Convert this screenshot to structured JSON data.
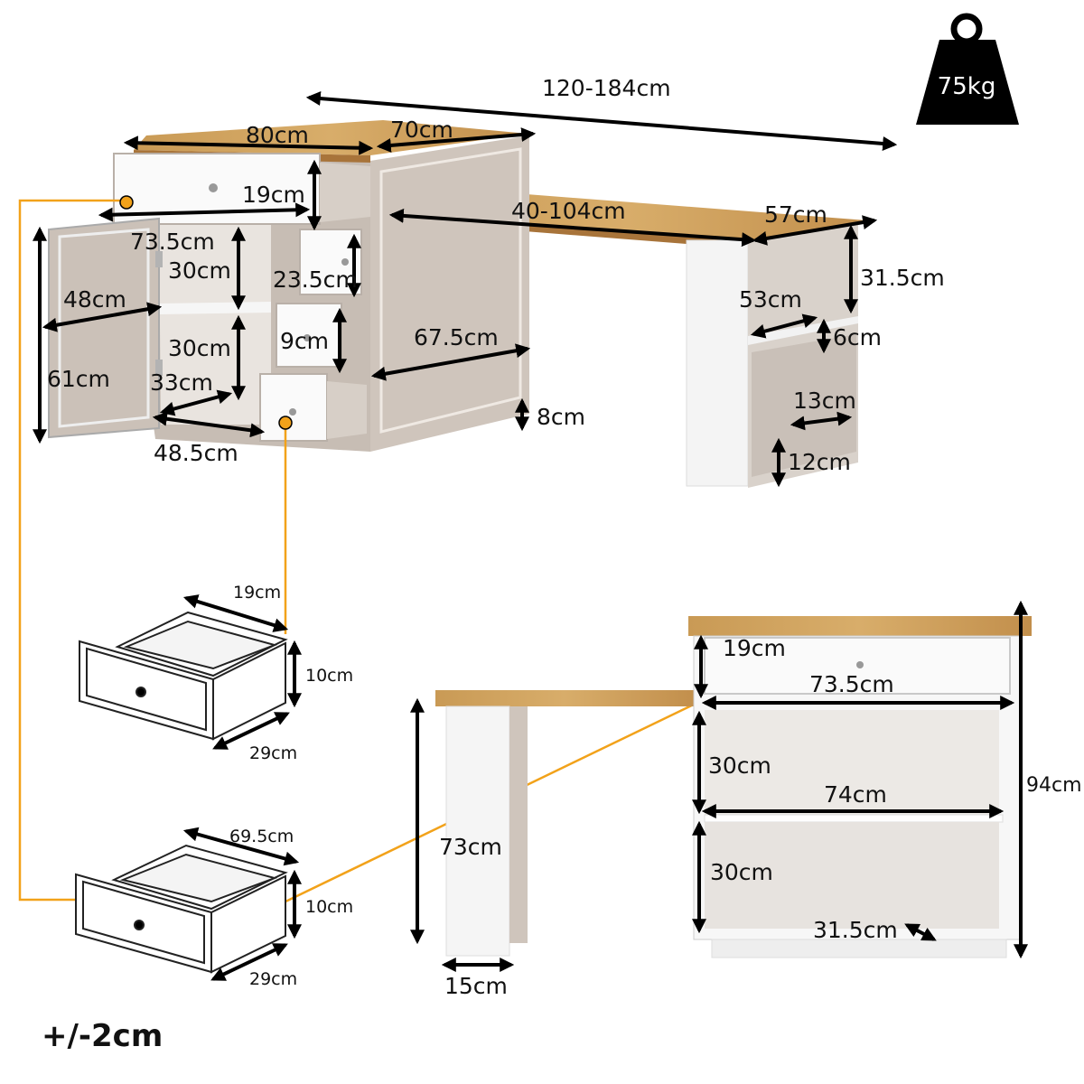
{
  "weight_badge": {
    "text": "75kg"
  },
  "tolerance": {
    "text": "+/-2cm"
  },
  "top_view": {
    "overall_width": "120-184cm",
    "top_width": "80cm",
    "top_depth": "70cm",
    "top_drawer_height": "19cm",
    "cabinet_inner_width": "73.5cm",
    "upper_shelf_height": "30cm",
    "small_drawer_height": "23.5cm",
    "door_width": "48cm",
    "middle_drawer_height": "9cm",
    "lower_shelf_height": "30cm",
    "side_depth": "67.5cm",
    "door_height": "61cm",
    "shelf_depth": "33cm",
    "plinth_height": "8cm",
    "base_width": "48.5cm",
    "extension_length": "40-104cm",
    "desk_top_width": "57cm",
    "leg_shelf_height": "31.5cm",
    "leg_shelf_width": "53cm",
    "leg_board": "6cm",
    "leg_bottom_depth": "13cm",
    "leg_bottom_height": "12cm"
  },
  "small_drawer": {
    "width": "19cm",
    "height": "10cm",
    "depth": "29cm"
  },
  "large_drawer": {
    "width": "69.5cm",
    "height": "10cm",
    "depth": "29cm"
  },
  "front_view": {
    "drawer_height": "19cm",
    "drawer_width": "73.5cm",
    "shelf1_height": "30cm",
    "shelf_width": "74cm",
    "shelf2_height": "30cm",
    "inner_depth": "31.5cm",
    "total_height": "94cm",
    "desk_height": "73cm",
    "leg_width": "15cm"
  }
}
